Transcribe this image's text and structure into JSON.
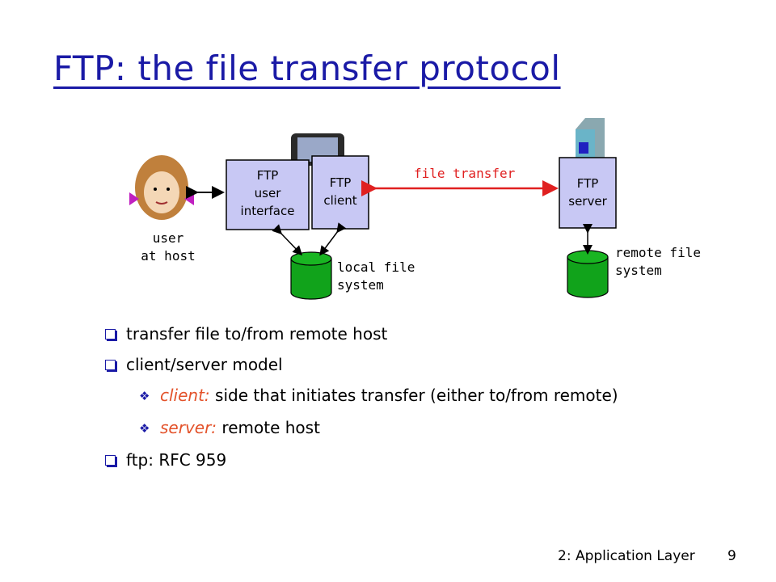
{
  "slide": {
    "title": "FTP: the file transfer protocol",
    "footer_label": "2: Application Layer",
    "page_number": "9"
  },
  "diagram": {
    "ftp_user_interface": [
      "FTP",
      "user",
      "interface"
    ],
    "ftp_client": [
      "FTP",
      "client"
    ],
    "ftp_server": [
      "FTP",
      "server"
    ],
    "file_transfer_label": "file transfer",
    "user_label": [
      "user",
      "at host"
    ],
    "local_fs_label": [
      "local file",
      "system"
    ],
    "remote_fs_label": [
      "remote file",
      "system"
    ]
  },
  "bullets": [
    {
      "text": "transfer file to/from remote host"
    },
    {
      "text": "client/server model"
    },
    {
      "term": "client:",
      "text": " side that initiates transfer (either to/from remote)"
    },
    {
      "term": "server:",
      "text": " remote host"
    },
    {
      "text": "ftp: RFC 959"
    }
  ],
  "colors": {
    "title": "#1a1aa6",
    "box_fill": "#c8c8f4",
    "arrow": "#e02020",
    "cylinder": "#11a31b",
    "term_accent": "#e3522a"
  }
}
